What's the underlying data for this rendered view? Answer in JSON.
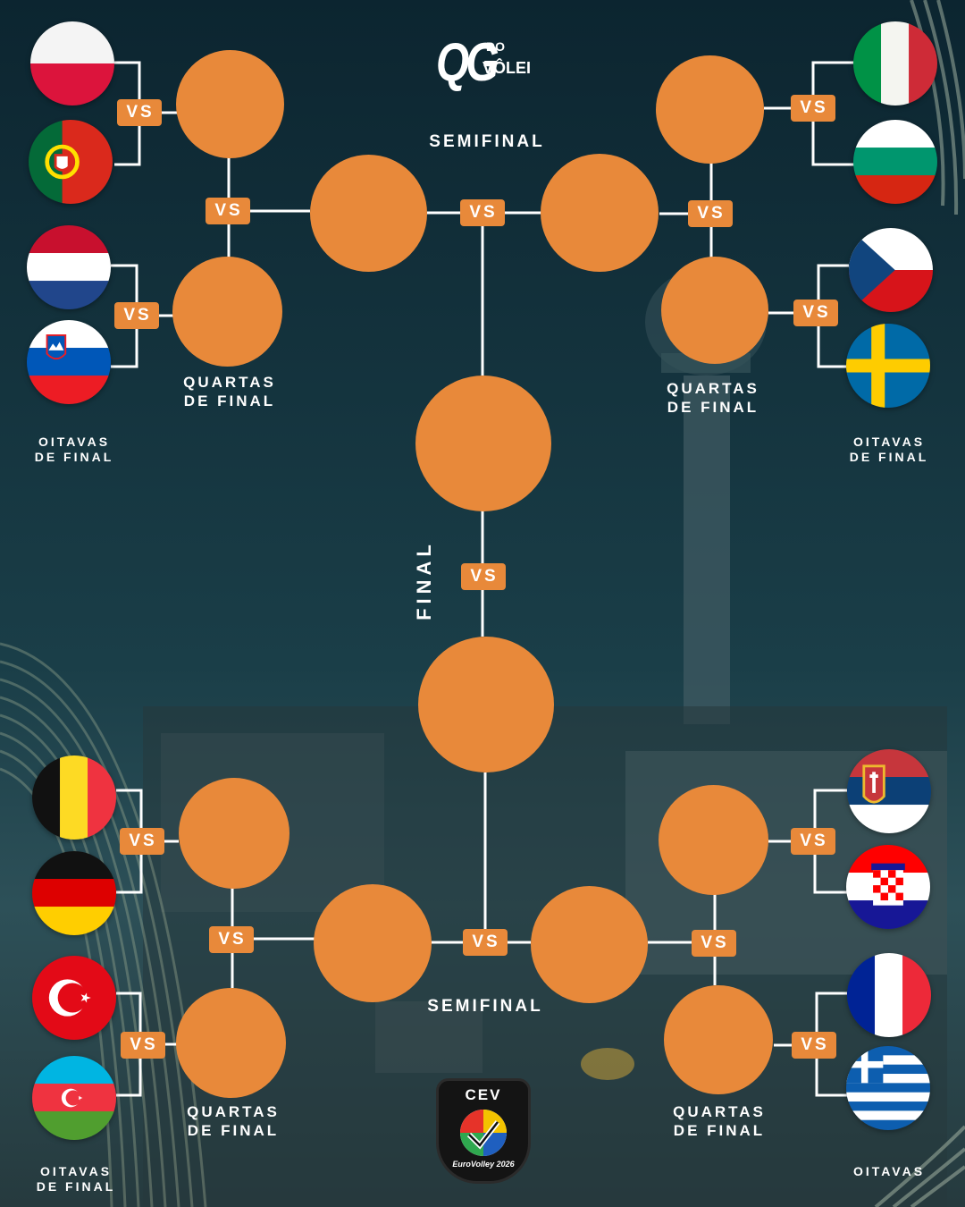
{
  "logo": {
    "mark": "QG",
    "line1": "DO",
    "line2": "VÔLEI"
  },
  "labels": {
    "semifinal": "SEMIFINAL",
    "final": "FINAL",
    "quarter_line1": "QUARTAS",
    "quarter_line2": "DE FINAL",
    "r16_line1": "OITAVAS",
    "r16_line2": "DE FINAL",
    "r16_bottom_right": "OITAVAS",
    "vs": "VS"
  },
  "teams": [
    {
      "name": "Poland",
      "icon": "flag-poland"
    },
    {
      "name": "Portugal",
      "icon": "flag-portugal"
    },
    {
      "name": "Netherlands",
      "icon": "flag-netherlands"
    },
    {
      "name": "Slovenia",
      "icon": "flag-slovenia"
    },
    {
      "name": "Italy",
      "icon": "flag-italy"
    },
    {
      "name": "Bulgaria",
      "icon": "flag-bulgaria"
    },
    {
      "name": "Czech Republic",
      "icon": "flag-czech-republic"
    },
    {
      "name": "Sweden",
      "icon": "flag-sweden"
    },
    {
      "name": "Belgium",
      "icon": "flag-belgium"
    },
    {
      "name": "Germany",
      "icon": "flag-germany"
    },
    {
      "name": "Turkey",
      "icon": "flag-turkey"
    },
    {
      "name": "Azerbaijan",
      "icon": "flag-azerbaijan"
    },
    {
      "name": "Serbia",
      "icon": "flag-serbia"
    },
    {
      "name": "Croatia",
      "icon": "flag-croatia"
    },
    {
      "name": "France",
      "icon": "flag-france"
    },
    {
      "name": "Greece",
      "icon": "flag-greece"
    }
  ],
  "event_badge": {
    "org": "CEV",
    "event": "EuroVolley 2026"
  },
  "colors": {
    "node": "#e8893a",
    "line": "#ffffff",
    "background": "#143540"
  }
}
